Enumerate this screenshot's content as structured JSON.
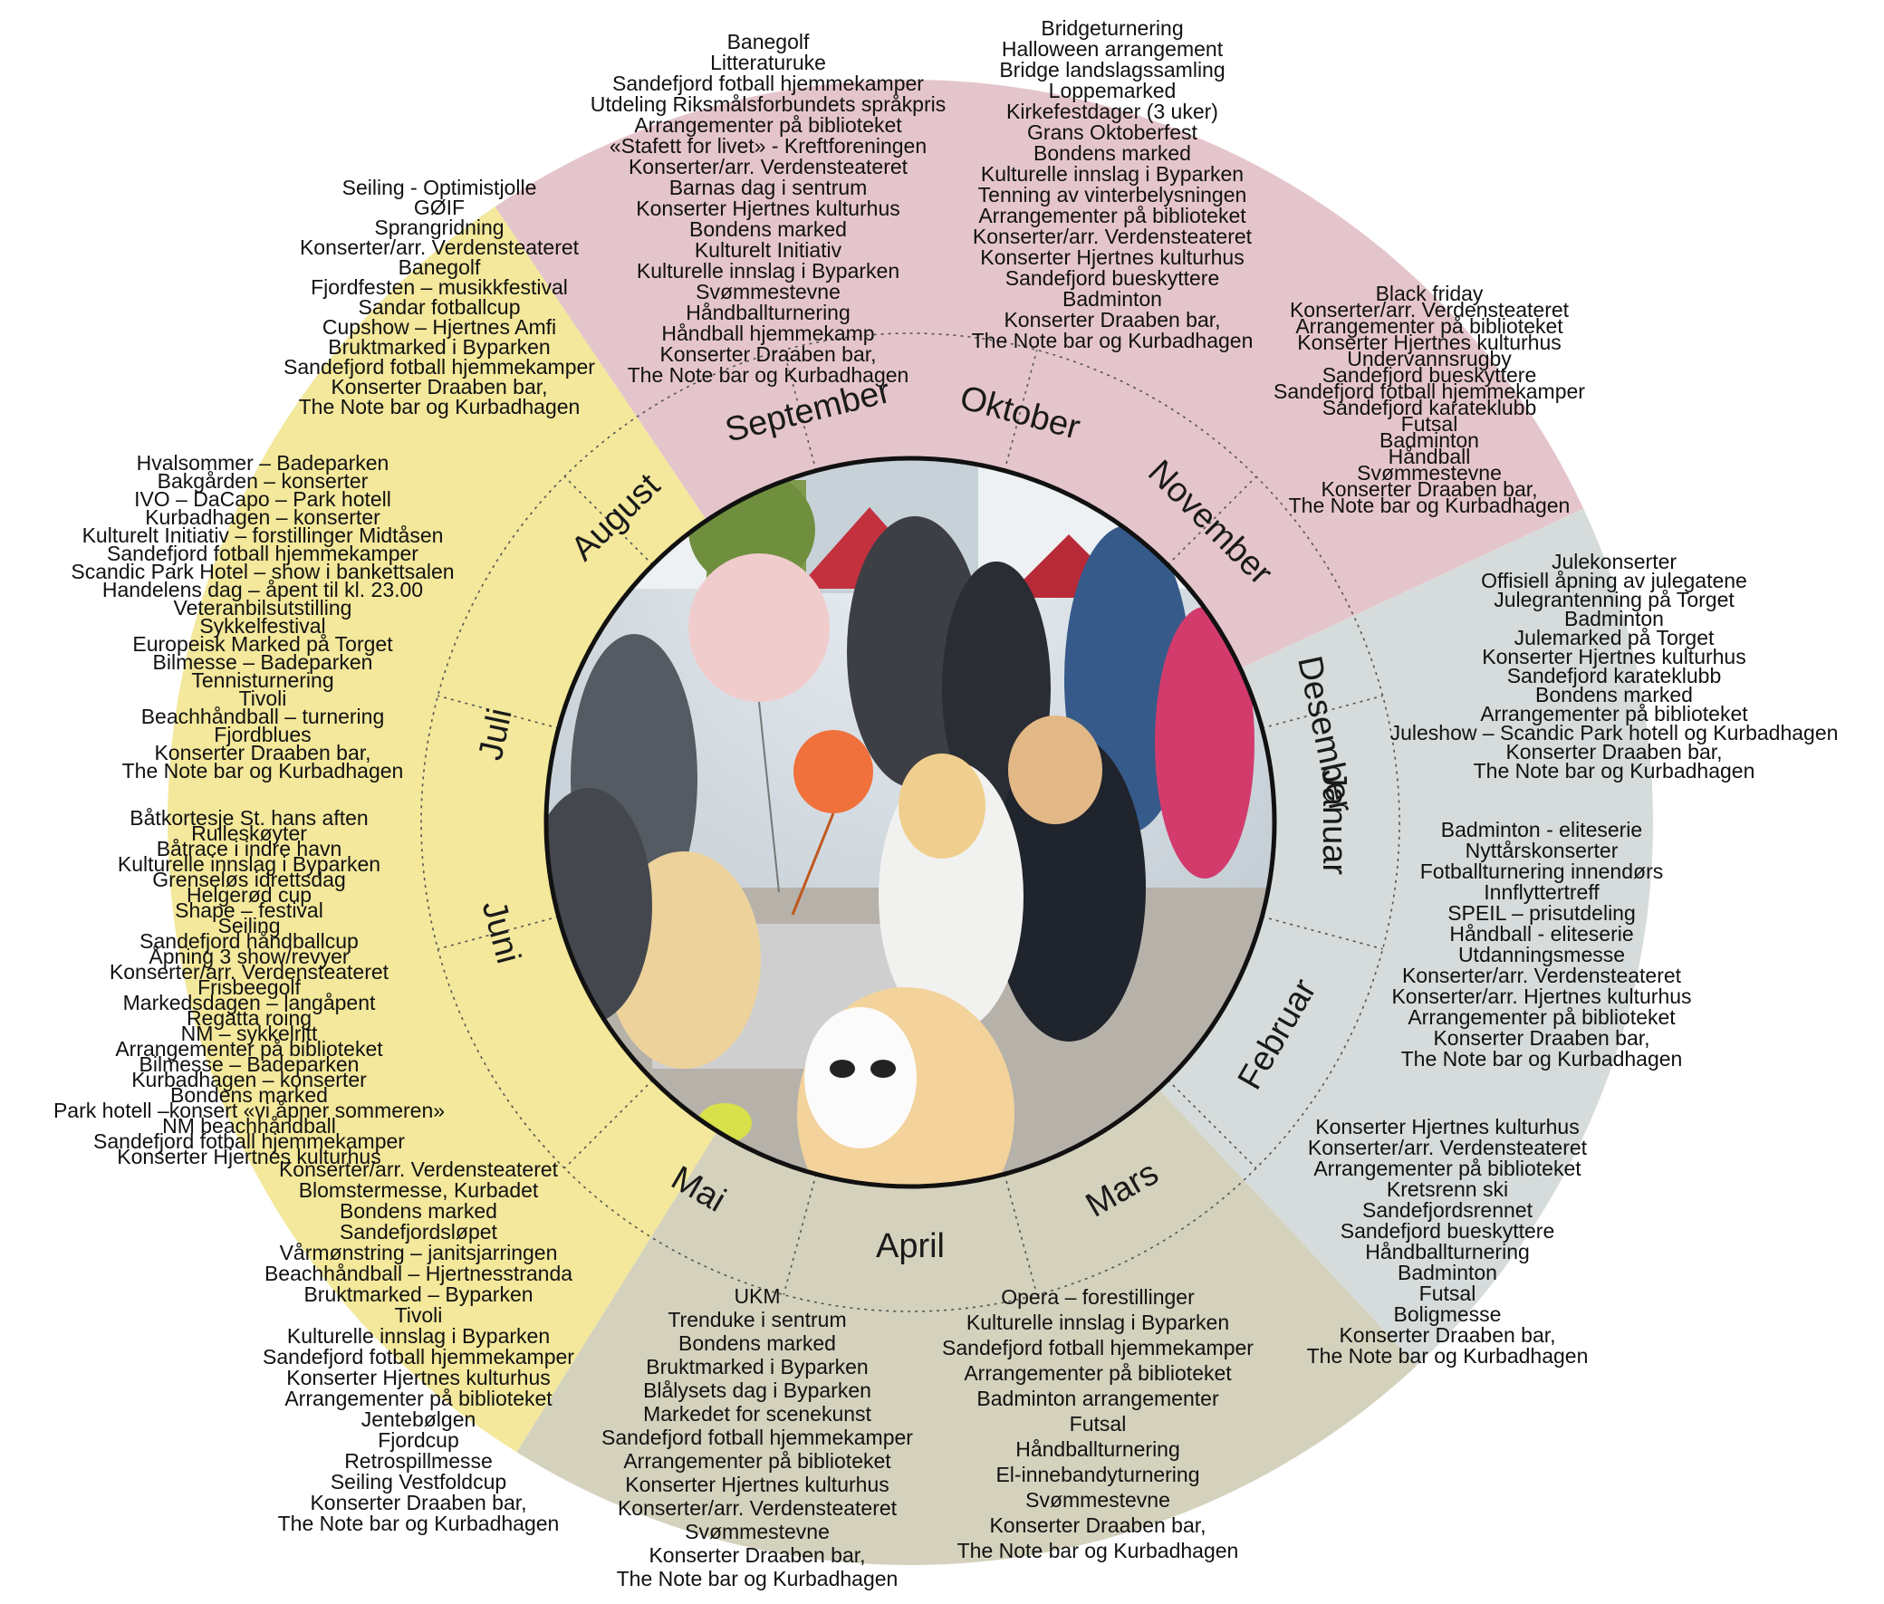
{
  "colors": {
    "summer": "#f3e89b",
    "autumn": "#e5c5cc",
    "winter": "#d6dcdb",
    "spring": "#d4d2bd"
  },
  "months": [
    {
      "key": "januar",
      "label": "Januar"
    },
    {
      "key": "februar",
      "label": "Februar"
    },
    {
      "key": "mars",
      "label": "Mars"
    },
    {
      "key": "april",
      "label": "April"
    },
    {
      "key": "mai",
      "label": "Mai"
    },
    {
      "key": "juni",
      "label": "Juni"
    },
    {
      "key": "juli",
      "label": "Juli"
    },
    {
      "key": "august",
      "label": "August"
    },
    {
      "key": "september",
      "label": "September"
    },
    {
      "key": "oktober",
      "label": "Oktober"
    },
    {
      "key": "november",
      "label": "November"
    },
    {
      "key": "desember",
      "label": "Desember"
    }
  ],
  "photo": {
    "description": "Barn med ballonger og ansiktsmaling på et torg",
    "icon": "photo-icon"
  },
  "events": {
    "september": [
      "Banegolf",
      "Litteraturuke",
      "Sandefjord fotball hjemmekamper",
      "Utdeling Riksmålsforbundets språkpris",
      "Arrangementer på biblioteket",
      "«Stafett for livet» - Kreftforeningen",
      "Konserter/arr. Verdensteateret",
      "Barnas dag i sentrum",
      "Konserter Hjertnes kulturhus",
      "Bondens marked",
      "Kulturelt Initiativ",
      "Kulturelle innslag i Byparken",
      "Svømmestevne",
      "Håndballturnering",
      "Håndball hjemmekamp",
      "Konserter Draaben bar,",
      "The Note bar og Kurbadhagen"
    ],
    "oktober": [
      "Bridgeturnering",
      "Halloween arrangement",
      "Bridge landslagssamling",
      "Loppemarked",
      "Kirkefestdager (3 uker)",
      "Grans Oktoberfest",
      "Bondens marked",
      "Kulturelle innslag i Byparken",
      "Tenning av vinterbelysningen",
      "Arrangementer på biblioteket",
      "Konserter/arr. Verdensteateret",
      "Konserter Hjertnes kulturhus",
      "Sandefjord bueskyttere",
      "Badminton",
      "Konserter Draaben bar,",
      "The Note bar og Kurbadhagen"
    ],
    "november": [
      "Black friday",
      "Konserter/arr. Verdensteateret",
      "Arrangementer på biblioteket",
      "Konserter Hjertnes kulturhus",
      "Undervannsrugby",
      "Sandefjord bueskyttere",
      "Sandefjord fotball hjemmekamper",
      "Sandefjord karateklubb",
      "Futsal",
      "Badminton",
      "Håndball",
      "Svømmestevne",
      "Konserter Draaben bar,",
      "The Note bar og Kurbadhagen"
    ],
    "desember": [
      "Julekonserter",
      "Offisiell åpning av julegatene",
      "Julegrantenning på Torget",
      "Badminton",
      "Julemarked på Torget",
      "Konserter Hjertnes kulturhus",
      "Sandefjord karateklubb",
      "Bondens marked",
      "Arrangementer på biblioteket",
      "Juleshow – Scandic Park hotell og Kurbadhagen",
      "Konserter Draaben bar,",
      "The Note bar og Kurbadhagen"
    ],
    "januar": [
      "Badminton - eliteserie",
      "Nyttårskonserter",
      "Fotballturnering innendørs",
      "Innflyttertreff",
      "SPEIL – prisutdeling",
      "Håndball - eliteserie",
      "Utdanningsmesse",
      "Konserter/arr. Verdensteateret",
      "Konserter/arr. Hjertnes kulturhus",
      "Arrangementer på biblioteket",
      "Konserter Draaben bar,",
      "The Note bar og Kurbadhagen"
    ],
    "februar": [
      "Konserter Hjertnes kulturhus",
      "Konserter/arr. Verdensteateret",
      "Arrangementer på biblioteket",
      "Kretsrenn ski",
      "Sandefjordsrennet",
      "Sandefjord bueskyttere",
      "Håndballturnering",
      "Badminton",
      "Futsal",
      "Boligmesse",
      "Konserter Draaben bar,",
      "The Note bar og Kurbadhagen"
    ],
    "mars": [
      "Opera – forestillinger",
      "Kulturelle innslag i Byparken",
      "Sandefjord fotball hjemmekamper",
      "Arrangementer på biblioteket",
      "Badminton arrangementer",
      "Futsal",
      "Håndballturnering",
      "El-innebandyturnering",
      "Svømmestevne",
      "Konserter Draaben bar,",
      "The Note bar og Kurbadhagen"
    ],
    "april": [
      "UKM",
      "Trenduke i sentrum",
      "Bondens marked",
      "Bruktmarked i Byparken",
      "Blålysets dag i Byparken",
      "Markedet for scenekunst",
      "Sandefjord fotball hjemmekamper",
      "Arrangementer på biblioteket",
      "Konserter Hjertnes kulturhus",
      "Konserter/arr. Verdensteateret",
      "Svømmestevne",
      "Konserter Draaben bar,",
      "The Note bar og Kurbadhagen"
    ],
    "mai": [
      "Konserter/arr. Verdensteateret",
      "Blomstermesse, Kurbadet",
      "Bondens marked",
      "Sandefjordsløpet",
      "Vårmønstring – janitsjarringen",
      "Beachhåndball – Hjertnesstranda",
      "Bruktmarked – Byparken",
      "Tivoli",
      "Kulturelle innslag i Byparken",
      "Sandefjord fotball hjemmekamper",
      "Konserter Hjertnes kulturhus",
      "Arrangementer på biblioteket",
      "Jentebølgen",
      "Fjordcup",
      "Retrospillmesse",
      "Seiling Vestfoldcup",
      "Konserter Draaben bar,",
      "The Note bar og Kurbadhagen"
    ],
    "juni": [
      "Båtkortesje St. hans aften",
      "Rulleskøyter",
      "Båtrace i indre havn",
      "Kulturelle innslag i Byparken",
      "Grenseløs idrettsdag",
      "Helgerød cup",
      "Shape – festival",
      "Seiling",
      "Sandefjord håndballcup",
      "Åpning 3 show/revyer",
      "Konserter/arr. Verdensteateret",
      "Frisbeegolf",
      "Markedsdagen – langåpent",
      "Regatta roing",
      "NM – sykkelritt",
      "Arrangementer på biblioteket",
      "Bilmesse – Badeparken",
      "Kurbadhagen – konserter",
      "Bondens marked",
      "Park hotell –konsert «vi åpner sommeren»",
      "NM beachhåndball",
      "Sandefjord fotball hjemmekamper",
      "Konserter Hjertnes kulturhus"
    ],
    "juli": [
      "Hvalsommer – Badeparken",
      "Bakgården – konserter",
      "IVO – DaCapo – Park hotell",
      "Kurbadhagen – konserter",
      "Kulturelt Initiativ – forstillinger Midtåsen",
      "Sandefjord fotball hjemmekamper",
      "Scandic Park Hotel – show i bankettsalen",
      "Handelens dag – åpent til kl. 23.00",
      "Veteranbilsutstilling",
      "Sykkelfestival",
      "Europeisk Marked på Torget",
      "Bilmesse – Badeparken",
      "Tennisturnering",
      "Tivoli",
      "Beachhåndball – turnering",
      "Fjordblues",
      "Konserter Draaben bar,",
      "The Note bar og Kurbadhagen"
    ],
    "august": [
      "Seiling - Optimistjolle",
      "GØIF",
      "Sprangridning",
      "Konserter/arr. Verdensteateret",
      "Banegolf",
      "Fjordfesten – musikkfestival",
      "Sandar fotballcup",
      "Cupshow – Hjertnes Amfi",
      "Bruktmarked i Byparken",
      "Sandefjord fotball hjemmekamper",
      "Konserter Draaben bar,",
      "The Note bar og Kurbadhagen"
    ]
  }
}
